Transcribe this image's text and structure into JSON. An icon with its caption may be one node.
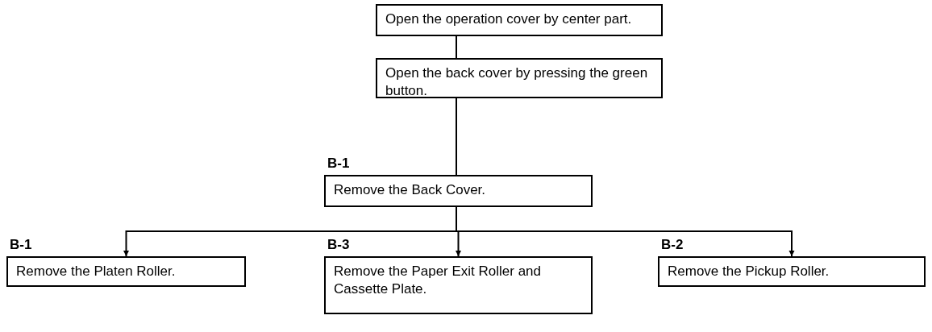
{
  "diagram": {
    "nodes": [
      {
        "text": [
          "Open the operation cover by center part."
        ]
      },
      {
        "text": [
          "Open the back cover by pressing the green button."
        ]
      },
      {
        "text": [
          "Remove the Back Cover."
        ],
        "beside": [
          "B-1"
        ]
      },
      {
        "text": [
          "Remove the Platen Roller."
        ],
        "beside": [
          "B-1"
        ]
      },
      {
        "text": [
          "Remove the Paper Exit Roller and Cassette Plate."
        ],
        "beside": [
          "B-3"
        ]
      },
      {
        "text": [
          "Remove the Pickup Roller."
        ],
        "beside": [
          "B-2"
        ]
      }
    ],
    "edges": [
      {
        "from": 0,
        "to": 1,
        "arrow": "none"
      },
      {
        "from": 1,
        "to": 2,
        "arrow": "none"
      },
      {
        "from": 2,
        "to": 3,
        "arrow": "to"
      },
      {
        "from": 2,
        "to": 4,
        "arrow": "to"
      },
      {
        "from": 2,
        "to": 5,
        "arrow": "to"
      }
    ]
  }
}
